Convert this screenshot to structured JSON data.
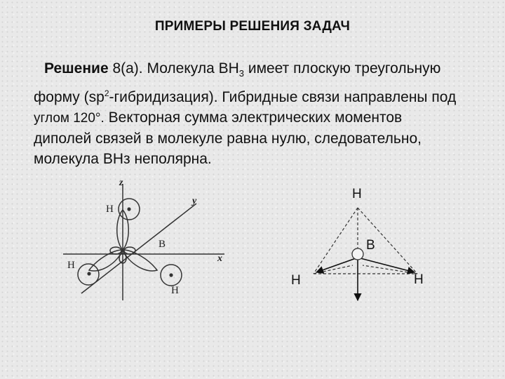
{
  "title": "ПРИМЕРЫ РЕШЕНИЯ ЗАДАЧ",
  "paragraph": {
    "lead": "Решение",
    "line1_rest_before_sub": " 8(а). Молекула ВН",
    "sub_3": "3",
    "line1_after_sub": " имеет плоскую треугольную",
    "line2_before_sup": "форму (sp",
    "sup_2": "2",
    "line2_after_sup": "-гибридизация). Гибридные связи направлены под",
    "line3_small": "углом 120°.",
    "line3_rest": " Векторная сумма электрических моментов",
    "line4": "диполей связей в молекуле равна нулю, следовательно,",
    "line5": "молекула ВНз неполярна."
  },
  "orbital_diagram": {
    "axis_z": "z",
    "axis_y": "y",
    "axis_x": "x",
    "label_top_h": "H",
    "label_b": "B",
    "label_left_h": "H",
    "label_right_h": "H"
  },
  "vector_diagram": {
    "label_top_h": "H",
    "label_b": "B",
    "label_left_h": "H",
    "label_right_h": "H"
  }
}
